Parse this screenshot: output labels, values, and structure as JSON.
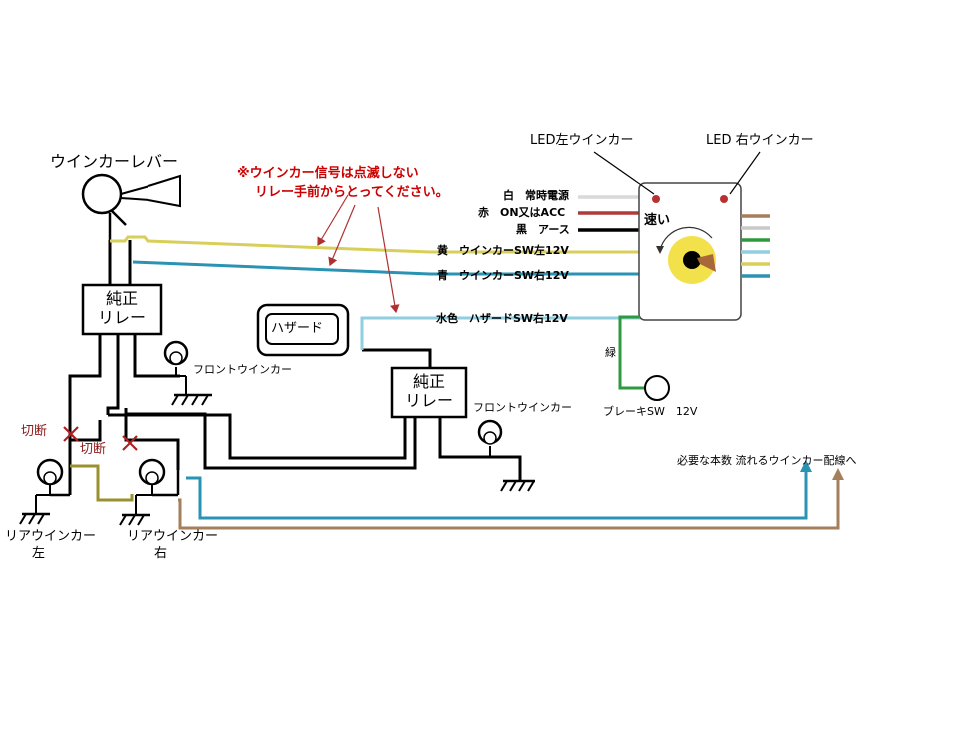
{
  "labels": {
    "lever": "ウインカーレバー",
    "note_line1": "※ウインカー信号は点滅しない",
    "note_line2": "リレー手前からとってください。",
    "led_left": "LED左ウインカー",
    "led_right": "LED 右ウインカー",
    "speed": "速い",
    "relay1_line1": "純正",
    "relay1_line2": "リレー",
    "relay2_line1": "純正",
    "relay2_line2": "リレー",
    "hazard": "ハザード",
    "front_blinker_1": "フロントウインカー",
    "front_blinker_2": "フロントウインカー",
    "cut_1": "切断",
    "cut_2": "切断",
    "rear_left_line1": "リアウインカー",
    "rear_left_line2": "左",
    "rear_right_line1": "リアウインカー",
    "rear_right_line2": "右",
    "brake_sw": "ブレーキSW　12V",
    "green_label": "緑",
    "needed_wiring": "必要な本数 流れるウインカー配線へ"
  },
  "wires": [
    {
      "label": "白　常時電源",
      "color": "#d9d9d9"
    },
    {
      "label": "赤　ON又はACC",
      "color": "#b03a3a"
    },
    {
      "label": "黒　アース",
      "color": "#000000"
    },
    {
      "label": "黄　ウインカーSW左12V",
      "color": "#d8cf5a"
    },
    {
      "label": "青　ウインカーSW右12V",
      "color": "#2a93b4"
    },
    {
      "label": "水色　ハザードSW右12V",
      "color": "#8fcfe0"
    }
  ],
  "colors": {
    "yellow": "#d8cf5a",
    "blue": "#2a93b4",
    "light_blue": "#8fcfe0",
    "brown": "#a57e5b",
    "green": "#2e9a3e",
    "red_arrow": "#b03030",
    "cross": "#b02020"
  }
}
